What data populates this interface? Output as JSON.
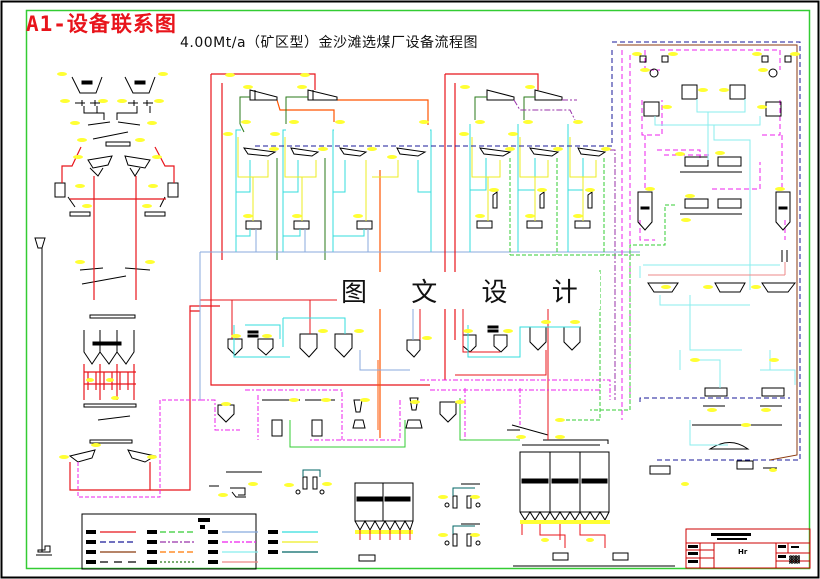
{
  "drawing": {
    "sheet_label": "A1-设备联系图",
    "title": "4.00Mt/a（矿区型）金沙滩选煤厂设备流程图",
    "watermark": "图 文 设 计",
    "colors": {
      "border_outer": "#000000",
      "border_inner": "#33cc33",
      "label_accent": "#e8141b",
      "tag_bubble": "#ffff33",
      "background": "#ffffff"
    }
  },
  "sections": [
    {
      "name": "raw-coal-receiving",
      "description": "raw coal hoppers, feeders, crushers and screens (left column)"
    },
    {
      "name": "raw-coal-storage",
      "description": "three raw coal silos with feeder rows"
    },
    {
      "name": "dense-medium-cyclone-module-1",
      "description": "two DMC cyclones with drain/rinse screens and magnetic separators"
    },
    {
      "name": "dense-medium-cyclone-module-2",
      "description": "second DMC group with screens and centrifuges"
    },
    {
      "name": "slime-treatment",
      "description": "thickeners, flotation cells and filter presses (right column)"
    },
    {
      "name": "product-loading",
      "description": "product silos and loading station (bottom centre)"
    }
  ],
  "legend": {
    "rows": [
      {
        "color": "#e8141b",
        "style": "solid"
      },
      {
        "color": "#1a1a99",
        "style": "dashed"
      },
      {
        "color": "#8b3a0f",
        "style": "solid"
      },
      {
        "color": "#000000",
        "style": "long-dash"
      },
      {
        "color": "#33cc33",
        "style": "dashed"
      },
      {
        "color": "#9933aa",
        "style": "dash-dot"
      },
      {
        "color": "#ff7700",
        "style": "dashed"
      },
      {
        "color": "#2a7a1a",
        "style": "dotted"
      },
      {
        "color": "#88aadd",
        "style": "solid"
      },
      {
        "color": "#ee22ee",
        "style": "dash-dot"
      },
      {
        "color": "#88eeee",
        "style": "solid"
      },
      {
        "color": "#ee8888",
        "style": "solid"
      },
      {
        "color": "#33dddd",
        "style": "solid"
      },
      {
        "color": "#eeee22",
        "style": "solid"
      },
      {
        "color": "#006666",
        "style": "solid"
      }
    ]
  },
  "title_block": {
    "center_mark": "Hr",
    "right_mark": "▓▓"
  }
}
